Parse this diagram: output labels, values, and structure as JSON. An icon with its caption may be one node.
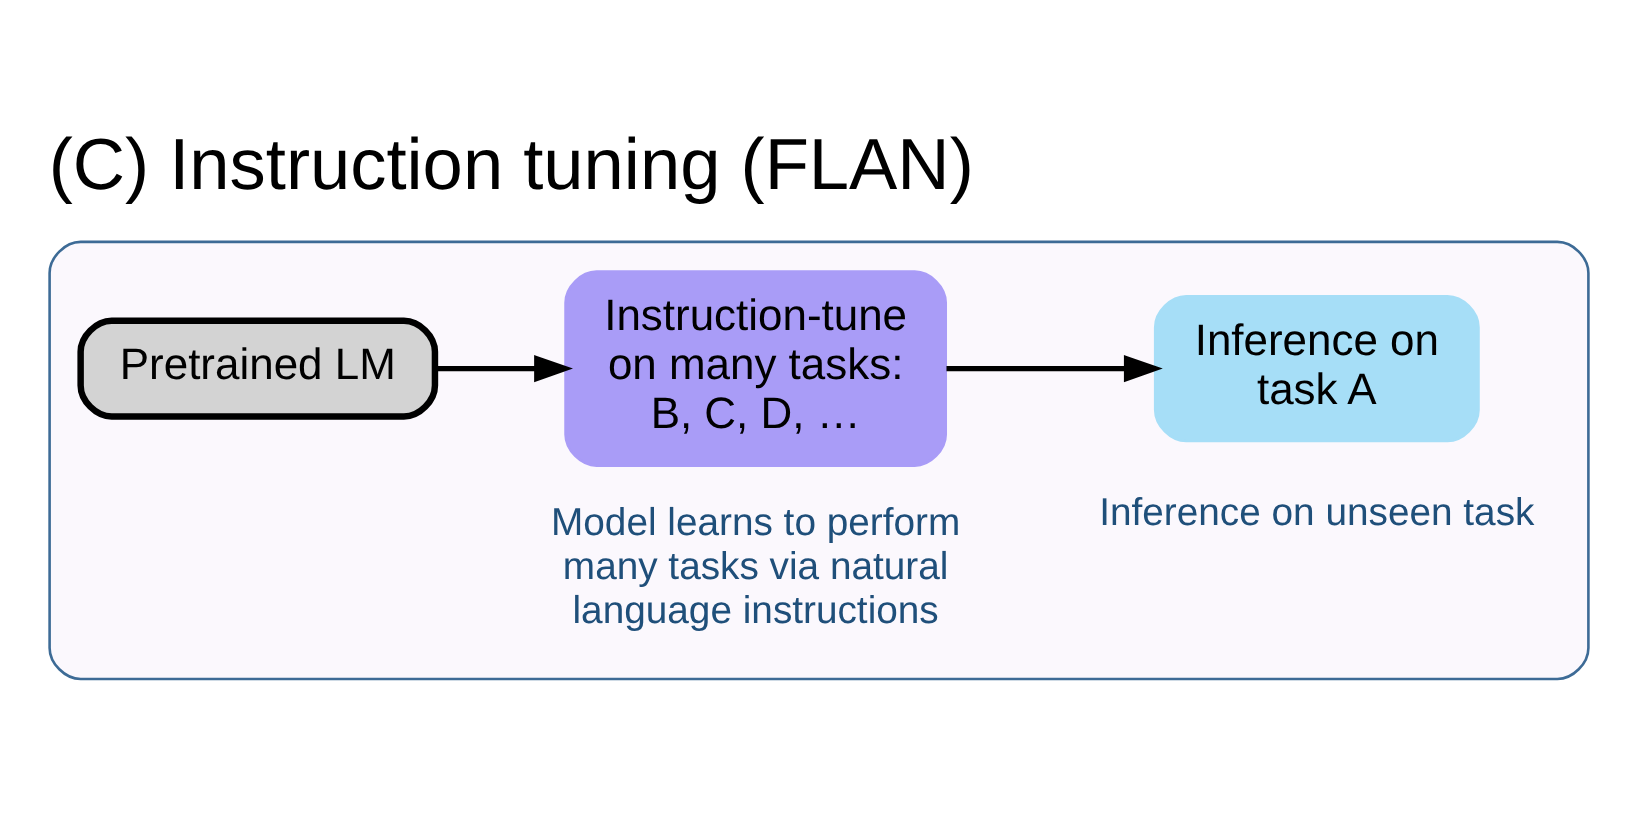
{
  "diagram": {
    "title": "(C) Instruction tuning (FLAN)",
    "nodes": [
      {
        "text": [],
        "shape": "box"
      },
      {
        "text": [
          "Pretrained LM"
        ],
        "in": 0
      },
      {
        "text": [
          "Instruction-tune on many tasks: B, C, D, …"
        ],
        "in": 0,
        "beside": [
          "Model learns to perform many tasks via natural language instructions"
        ]
      },
      {
        "text": [
          "Inference on task A"
        ],
        "in": 0,
        "beside": [
          "Inference on unseen task"
        ]
      }
    ],
    "edges": [
      {
        "from": 1,
        "to": 2,
        "arrow": "to"
      },
      {
        "from": 2,
        "to": 3,
        "arrow": "to"
      }
    ]
  }
}
